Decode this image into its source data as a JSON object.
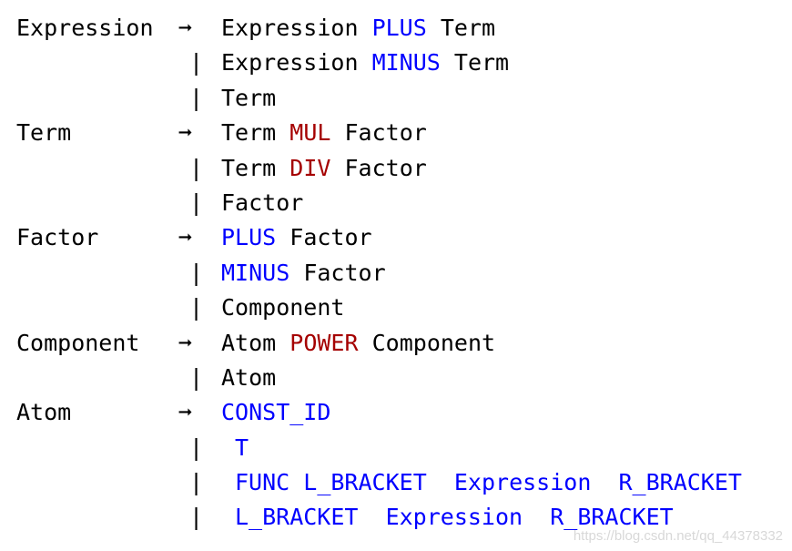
{
  "symbols": {
    "arrow": "➞",
    "bar": "|"
  },
  "colors": {
    "nonterminal": "#000000",
    "terminal_blue": "#0000ff",
    "terminal_red": "#a50000"
  },
  "lines": [
    {
      "lhs": "Expression",
      "sep": "arrow",
      "indent": false,
      "rhs": [
        {
          "text": "Expression",
          "color": "black"
        },
        {
          "text": "PLUS",
          "color": "blue"
        },
        {
          "text": "Term",
          "color": "black"
        }
      ]
    },
    {
      "lhs": "",
      "sep": "bar",
      "indent": false,
      "rhs": [
        {
          "text": "Expression",
          "color": "black"
        },
        {
          "text": "MINUS",
          "color": "blue"
        },
        {
          "text": "Term",
          "color": "black"
        }
      ]
    },
    {
      "lhs": "",
      "sep": "bar",
      "indent": false,
      "rhs": [
        {
          "text": "Term",
          "color": "black"
        }
      ]
    },
    {
      "lhs": "Term",
      "sep": "arrow",
      "indent": false,
      "rhs": [
        {
          "text": "Term",
          "color": "black"
        },
        {
          "text": "MUL",
          "color": "red"
        },
        {
          "text": "Factor",
          "color": "black"
        }
      ]
    },
    {
      "lhs": "",
      "sep": "bar",
      "indent": false,
      "rhs": [
        {
          "text": "Term",
          "color": "black"
        },
        {
          "text": "DIV",
          "color": "red"
        },
        {
          "text": "Factor",
          "color": "black"
        }
      ]
    },
    {
      "lhs": "",
      "sep": "bar",
      "indent": false,
      "rhs": [
        {
          "text": "Factor",
          "color": "black"
        }
      ]
    },
    {
      "lhs": "Factor",
      "sep": "arrow",
      "indent": false,
      "rhs": [
        {
          "text": "PLUS",
          "color": "blue"
        },
        {
          "text": "Factor",
          "color": "black"
        }
      ]
    },
    {
      "lhs": "",
      "sep": "bar",
      "indent": false,
      "rhs": [
        {
          "text": "MINUS",
          "color": "blue"
        },
        {
          "text": "Factor",
          "color": "black"
        }
      ]
    },
    {
      "lhs": "",
      "sep": "bar",
      "indent": false,
      "rhs": [
        {
          "text": "Component",
          "color": "black"
        }
      ]
    },
    {
      "lhs": "Component",
      "sep": "arrow",
      "indent": false,
      "rhs": [
        {
          "text": "Atom",
          "color": "black"
        },
        {
          "text": "POWER",
          "color": "red"
        },
        {
          "text": "Component",
          "color": "black"
        }
      ]
    },
    {
      "lhs": "",
      "sep": "bar",
      "indent": false,
      "rhs": [
        {
          "text": "Atom",
          "color": "black"
        }
      ]
    },
    {
      "lhs": "Atom",
      "sep": "arrow",
      "indent": false,
      "rhs": [
        {
          "text": "CONST_ID",
          "color": "blue"
        }
      ]
    },
    {
      "lhs": "",
      "sep": "bar",
      "indent": true,
      "rhs": [
        {
          "text": "T",
          "color": "blue"
        }
      ]
    },
    {
      "lhs": "",
      "sep": "bar",
      "indent": true,
      "rhs": [
        {
          "text": "FUNC",
          "color": "blue"
        },
        {
          "text": "L_BRACKET ",
          "color": "blue"
        },
        {
          "text": "Expression ",
          "color": "blue"
        },
        {
          "text": "R_BRACKET",
          "color": "blue"
        }
      ]
    },
    {
      "lhs": "",
      "sep": "bar",
      "indent": true,
      "rhs": [
        {
          "text": "L_BRACKET ",
          "color": "blue"
        },
        {
          "text": "Expression ",
          "color": "blue"
        },
        {
          "text": "R_BRACKET",
          "color": "blue"
        }
      ]
    }
  ],
  "watermark": "https://blog.csdn.net/qq_44378332"
}
